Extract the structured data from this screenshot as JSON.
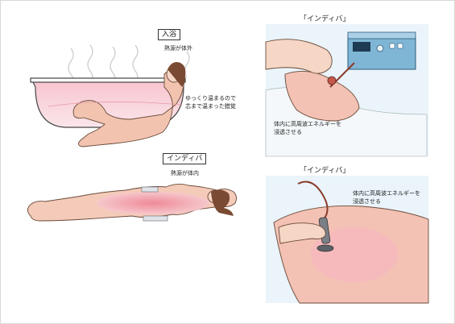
{
  "bath": {
    "label": "入浴",
    "heat_note": "熱源が体外",
    "warm_note_line1": "ゆっくり温まるので",
    "warm_note_line2": "芯まで温まった錯覚"
  },
  "indiba_body": {
    "label": "インディバ",
    "heat_note": "熱源が体内"
  },
  "face_panel": {
    "title": "「インディバ」",
    "note_line1": "体内に高周波エネルギーを",
    "note_line2": "浸透させる"
  },
  "abdomen_panel": {
    "title": "「インディバ」",
    "note_line1": "体内に高周波エネルギーを",
    "note_line2": "浸透させる"
  },
  "colors": {
    "heat_pink": "#f3a9b8",
    "skin": "#f6d7c6",
    "machine": "#7fb6d6"
  }
}
